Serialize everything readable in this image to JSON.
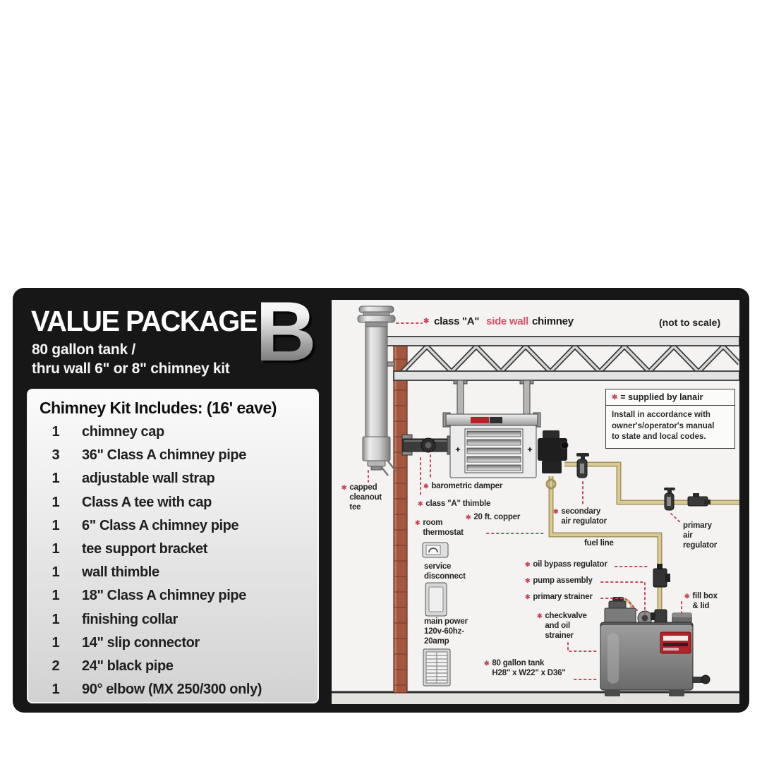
{
  "header": {
    "title": "VALUE PACKAGE",
    "letter": "B",
    "subtitle_line1": "80 gallon tank /",
    "subtitle_line2": "thru wall 6\" or 8\" chimney kit"
  },
  "kit_list": {
    "heading": "Chimney Kit Includes: (16' eave)",
    "items": [
      {
        "qty": "1",
        "name": "chimney cap"
      },
      {
        "qty": "3",
        "name": "36\" Class A chimney pipe"
      },
      {
        "qty": "1",
        "name": "adjustable wall strap"
      },
      {
        "qty": "1",
        "name": "Class A tee with cap"
      },
      {
        "qty": "1",
        "name": "6\" Class A chimney pipe"
      },
      {
        "qty": "1",
        "name": "tee support bracket"
      },
      {
        "qty": "1",
        "name": "wall thimble"
      },
      {
        "qty": "1",
        "name": "18\" Class A chimney pipe"
      },
      {
        "qty": "1",
        "name": "finishing collar"
      },
      {
        "qty": "1",
        "name": "14\" slip connector"
      },
      {
        "qty": "2",
        "name": "24\" black pipe"
      },
      {
        "qty": "1",
        "name": "90° elbow (MX 250/300 only)"
      }
    ]
  },
  "diagram": {
    "marker": "✱",
    "top_label": {
      "prefix": "class \"A\"",
      "highlight": "side wall",
      "suffix": "chimney"
    },
    "not_to_scale": "(not to scale)",
    "legend": {
      "title": "= supplied by lanair",
      "body": "Install in accordance with\nowner's/operator's manual\nto state and local codes."
    },
    "labels": {
      "capped_cleanout_tee": "capped\ncleanout\ntee",
      "barometric_damper": "barometric damper",
      "class_a_thimble": "class \"A\" thimble",
      "copper_line": "20 ft. copper",
      "room_thermostat": "room\nthermostat",
      "service_disconnect": "service\ndisconnect",
      "main_power": "main power\n120v-60hz-\n20amp",
      "secondary_air_regulator": "secondary\nair regulator",
      "primary_air_regulator": "primary\nair\nregulator",
      "fuel_line": "fuel line",
      "oil_bypass_regulator": "oil bypass regulator",
      "pump_assembly": "pump assembly",
      "primary_strainer": "primary strainer",
      "checkvalve": "checkvalve\nand oil\nstrainer",
      "tank": "80 gallon tank\nH28\" x W22\" x D36\"",
      "fill_box": "fill box\n& lid"
    },
    "colors": {
      "accent_red": "#c4495c",
      "highlight_red": "#d25168",
      "fuel_line": "#d9ca96",
      "brick": "#a3573e",
      "card_black": "#171717"
    }
  }
}
